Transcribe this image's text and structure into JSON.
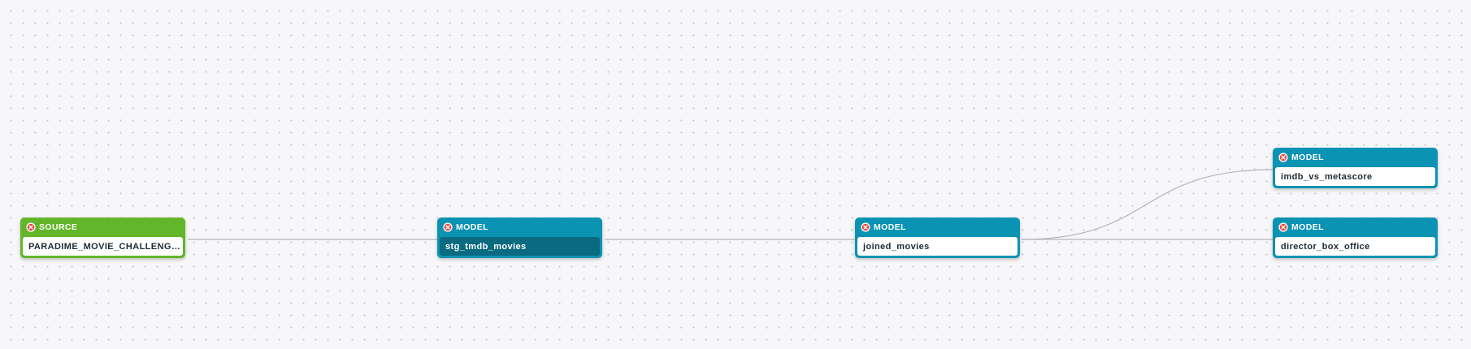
{
  "canvas": {
    "background": "#f7f7f9",
    "dot_color": "#c9c9d2",
    "edge_color": "#b4b4ba"
  },
  "colors": {
    "source": "#62b62a",
    "model": "#0a93b3",
    "selected_body": "#0a6a80",
    "status_error": "#e8453c"
  },
  "nodes": [
    {
      "id": "source-paradime",
      "type_label": "SOURCE",
      "name": "PARADIME_MOVIE_CHALLENGE…",
      "status_icon": "error-x-icon",
      "selected": false
    },
    {
      "id": "model-stg-tmdb",
      "type_label": "MODEL",
      "name": "stg_tmdb_movies",
      "status_icon": "error-x-icon",
      "selected": true
    },
    {
      "id": "model-joined",
      "type_label": "MODEL",
      "name": "joined_movies",
      "status_icon": "error-x-icon",
      "selected": false
    },
    {
      "id": "model-imdb",
      "type_label": "MODEL",
      "name": "imdb_vs_metascore",
      "status_icon": "error-x-icon",
      "selected": false
    },
    {
      "id": "model-director",
      "type_label": "MODEL",
      "name": "director_box_office",
      "status_icon": "error-x-icon",
      "selected": false
    }
  ],
  "edges": [
    {
      "from": "source-paradime",
      "to": "model-stg-tmdb"
    },
    {
      "from": "model-stg-tmdb",
      "to": "model-joined"
    },
    {
      "from": "model-joined",
      "to": "model-imdb"
    },
    {
      "from": "model-joined",
      "to": "model-director"
    }
  ]
}
